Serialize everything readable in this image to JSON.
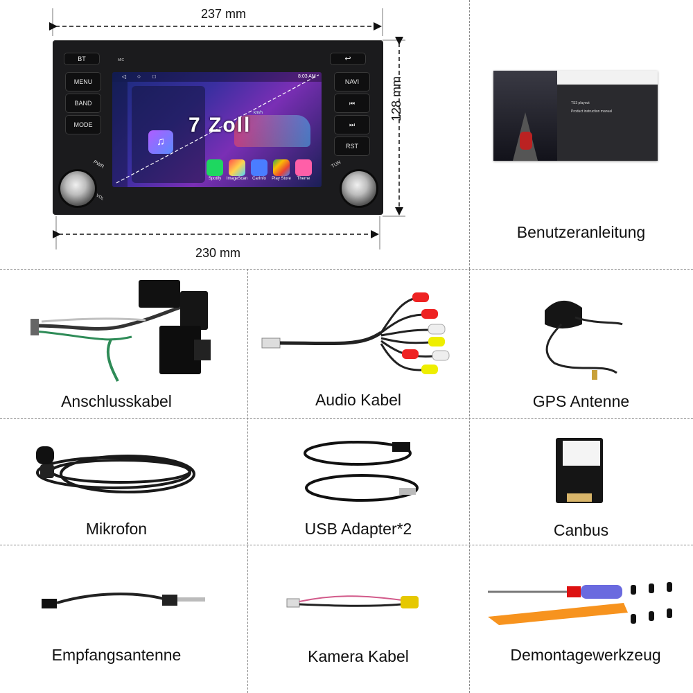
{
  "dimensions": {
    "width_top": "237 mm",
    "height_right": "128 mm",
    "width_bottom": "230 mm"
  },
  "head_unit": {
    "buttons_left": [
      "BT",
      "MENU",
      "BAND",
      "MODE"
    ],
    "buttons_right": [
      "NAVI",
      "⏮",
      "⏭",
      "RST"
    ],
    "mic_label": "MIC",
    "pwr_label": "PWR",
    "vol_label": "VOL",
    "tun_label": "TUN",
    "screen_overlay": "7 Zoll",
    "status_time": "8:03 AM",
    "speed_unit": "km/h",
    "apps": [
      "Spotify",
      "ImageScan",
      "CarInfo",
      "Play Store",
      "Theme"
    ]
  },
  "manual": {
    "title": "Benutzeranleitung",
    "screen_text": [
      "TS3 playout",
      "Product instruction manual"
    ]
  },
  "items": [
    {
      "label": "Anschlusskabel",
      "icon": "harness-cable-icon"
    },
    {
      "label": "Audio Kabel",
      "icon": "rca-audio-cable-icon"
    },
    {
      "label": "GPS Antenne",
      "icon": "gps-antenna-icon"
    },
    {
      "label": "Mikrofon",
      "icon": "microphone-icon"
    },
    {
      "label": "USB Adapter*2",
      "icon": "usb-adapter-icon"
    },
    {
      "label": "Canbus",
      "icon": "canbus-box-icon"
    },
    {
      "label": "Empfangsantenne",
      "icon": "radio-antenna-icon"
    },
    {
      "label": "Kamera Kabel",
      "icon": "camera-cable-icon"
    },
    {
      "label": "Demontagewerkzeug",
      "icon": "removal-tool-icon"
    }
  ],
  "colors": {
    "divider": "#8a8a8a",
    "unit_body": "#1b1b1d",
    "tool_orange": "#f7931e"
  }
}
